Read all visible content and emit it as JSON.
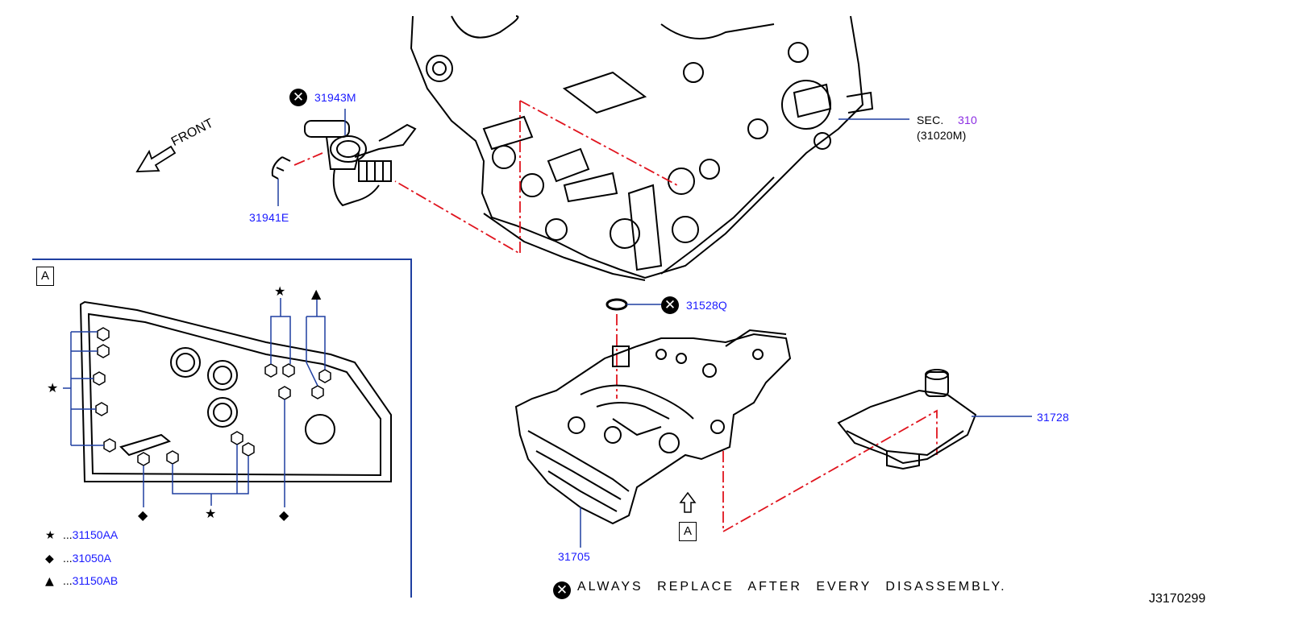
{
  "parts": {
    "sensor": "31943M",
    "clip": "31941E",
    "section": "SEC.",
    "section_num": "310",
    "section_sub": "(31020M)",
    "oring": "31528Q",
    "strainer": "31728",
    "valve_body": "31705"
  },
  "front_label": "FRONT",
  "view_label": "A",
  "legend": [
    {
      "symbol": "★",
      "dots": "...",
      "part": "31150AA"
    },
    {
      "symbol": "◆",
      "dots": "...",
      "part": "31050A"
    },
    {
      "symbol": "▲",
      "dots": "...",
      "part": "31150AB"
    }
  ],
  "note": "ALWAYS REPLACE AFTER EVERY DISASSEMBLY.",
  "note_symbol": "✕",
  "diagram_code": "J3170299",
  "colors": {
    "callout_line": "#1f3fa0",
    "label": "#1a1aff",
    "phantom": "#e0141e",
    "section_num": "#8a2be2"
  }
}
